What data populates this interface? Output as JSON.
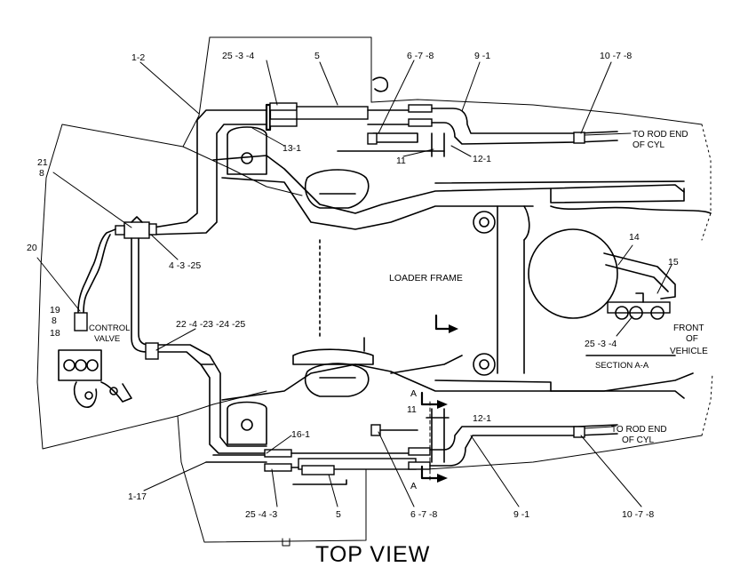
{
  "title": "TOP VIEW",
  "labels": {
    "l_1_2": "1-2",
    "l_25_3_4_top": "25 -3 -4",
    "l_5_top": "5",
    "l_6_7_8_top": "6 -7 -8",
    "l_9_1_top": "9 -1",
    "l_10_7_8_top": "10 -7 -8",
    "l_to_rod_top_1": "TO ROD END",
    "l_to_rod_top_2": "OF CYL",
    "l_13_1": "13-1",
    "l_11_top": "11",
    "l_12_1_top": "12-1",
    "l_21": "21",
    "l_8_a": "8",
    "l_4_3_25": "4 -3 -25",
    "l_20": "20",
    "l_19": "19",
    "l_8_b": "8",
    "l_18": "18",
    "l_control_1": "CONTROL",
    "l_control_2": "VALVE",
    "l_loader_frame": "LOADER FRAME",
    "l_22_series": "22 -4 -23 -24 -25",
    "l_14": "14",
    "l_15": "15",
    "l_front_1": "FRONT",
    "l_front_2": "OF",
    "l_front_3": "VEHICLE",
    "l_25_3_4_right": "25 -3 -4",
    "l_section": "SECTION A-A",
    "l_A_top": "A",
    "l_A_bot": "A",
    "l_11_bot": "11",
    "l_12_1_bot": "12-1",
    "l_to_rod_bot_1": "TO ROD END",
    "l_to_rod_bot_2": "OF CYL",
    "l_16_1": "16-1",
    "l_1_17": "1-17",
    "l_25_4_3": "25 -4 -3",
    "l_5_bot": "5",
    "l_6_7_8_bot": "6 -7 -8",
    "l_9_1_bot": "9 -1",
    "l_10_7_8_bot": "10 -7 -8"
  }
}
